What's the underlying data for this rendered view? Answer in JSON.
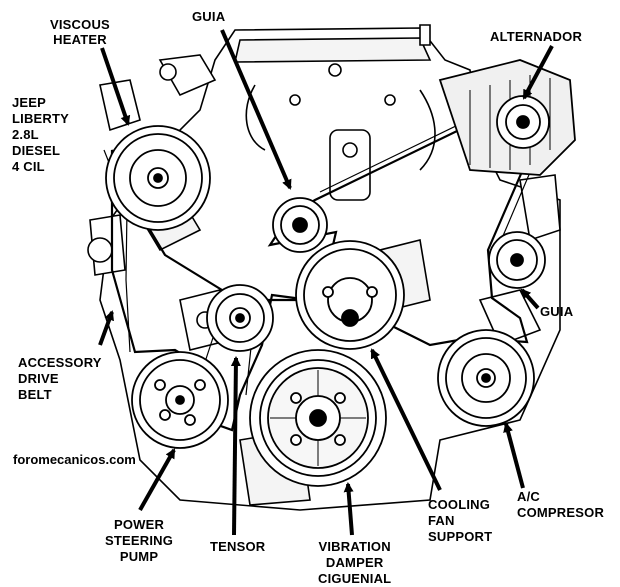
{
  "labels": {
    "viscous_heater": "VISCOUS\nHEATER",
    "guia_top": "GUIA",
    "alternador": "ALTERNADOR",
    "engine_model": "JEEP\nLIBERTY\n2.8L\nDIESEL\n4 CIL",
    "guia_right": "GUIA",
    "accessory_drive_belt": "ACCESSORY\nDRIVE\nBELT",
    "website": "foromecanicos.com",
    "power_steering_pump": "POWER\nSTEERING\nPUMP",
    "tensor": "TENSOR",
    "vibration_damper": "VIBRATION\nDAMPER\nCIGUENIAL",
    "cooling_fan_support": "COOLING\nFAN\nSUPPORT",
    "ac_compresor": "A/C\nCOMPRESOR"
  },
  "colors": {
    "ink": "#000000",
    "paper": "#ffffff",
    "shade": "#d9d9d9"
  }
}
